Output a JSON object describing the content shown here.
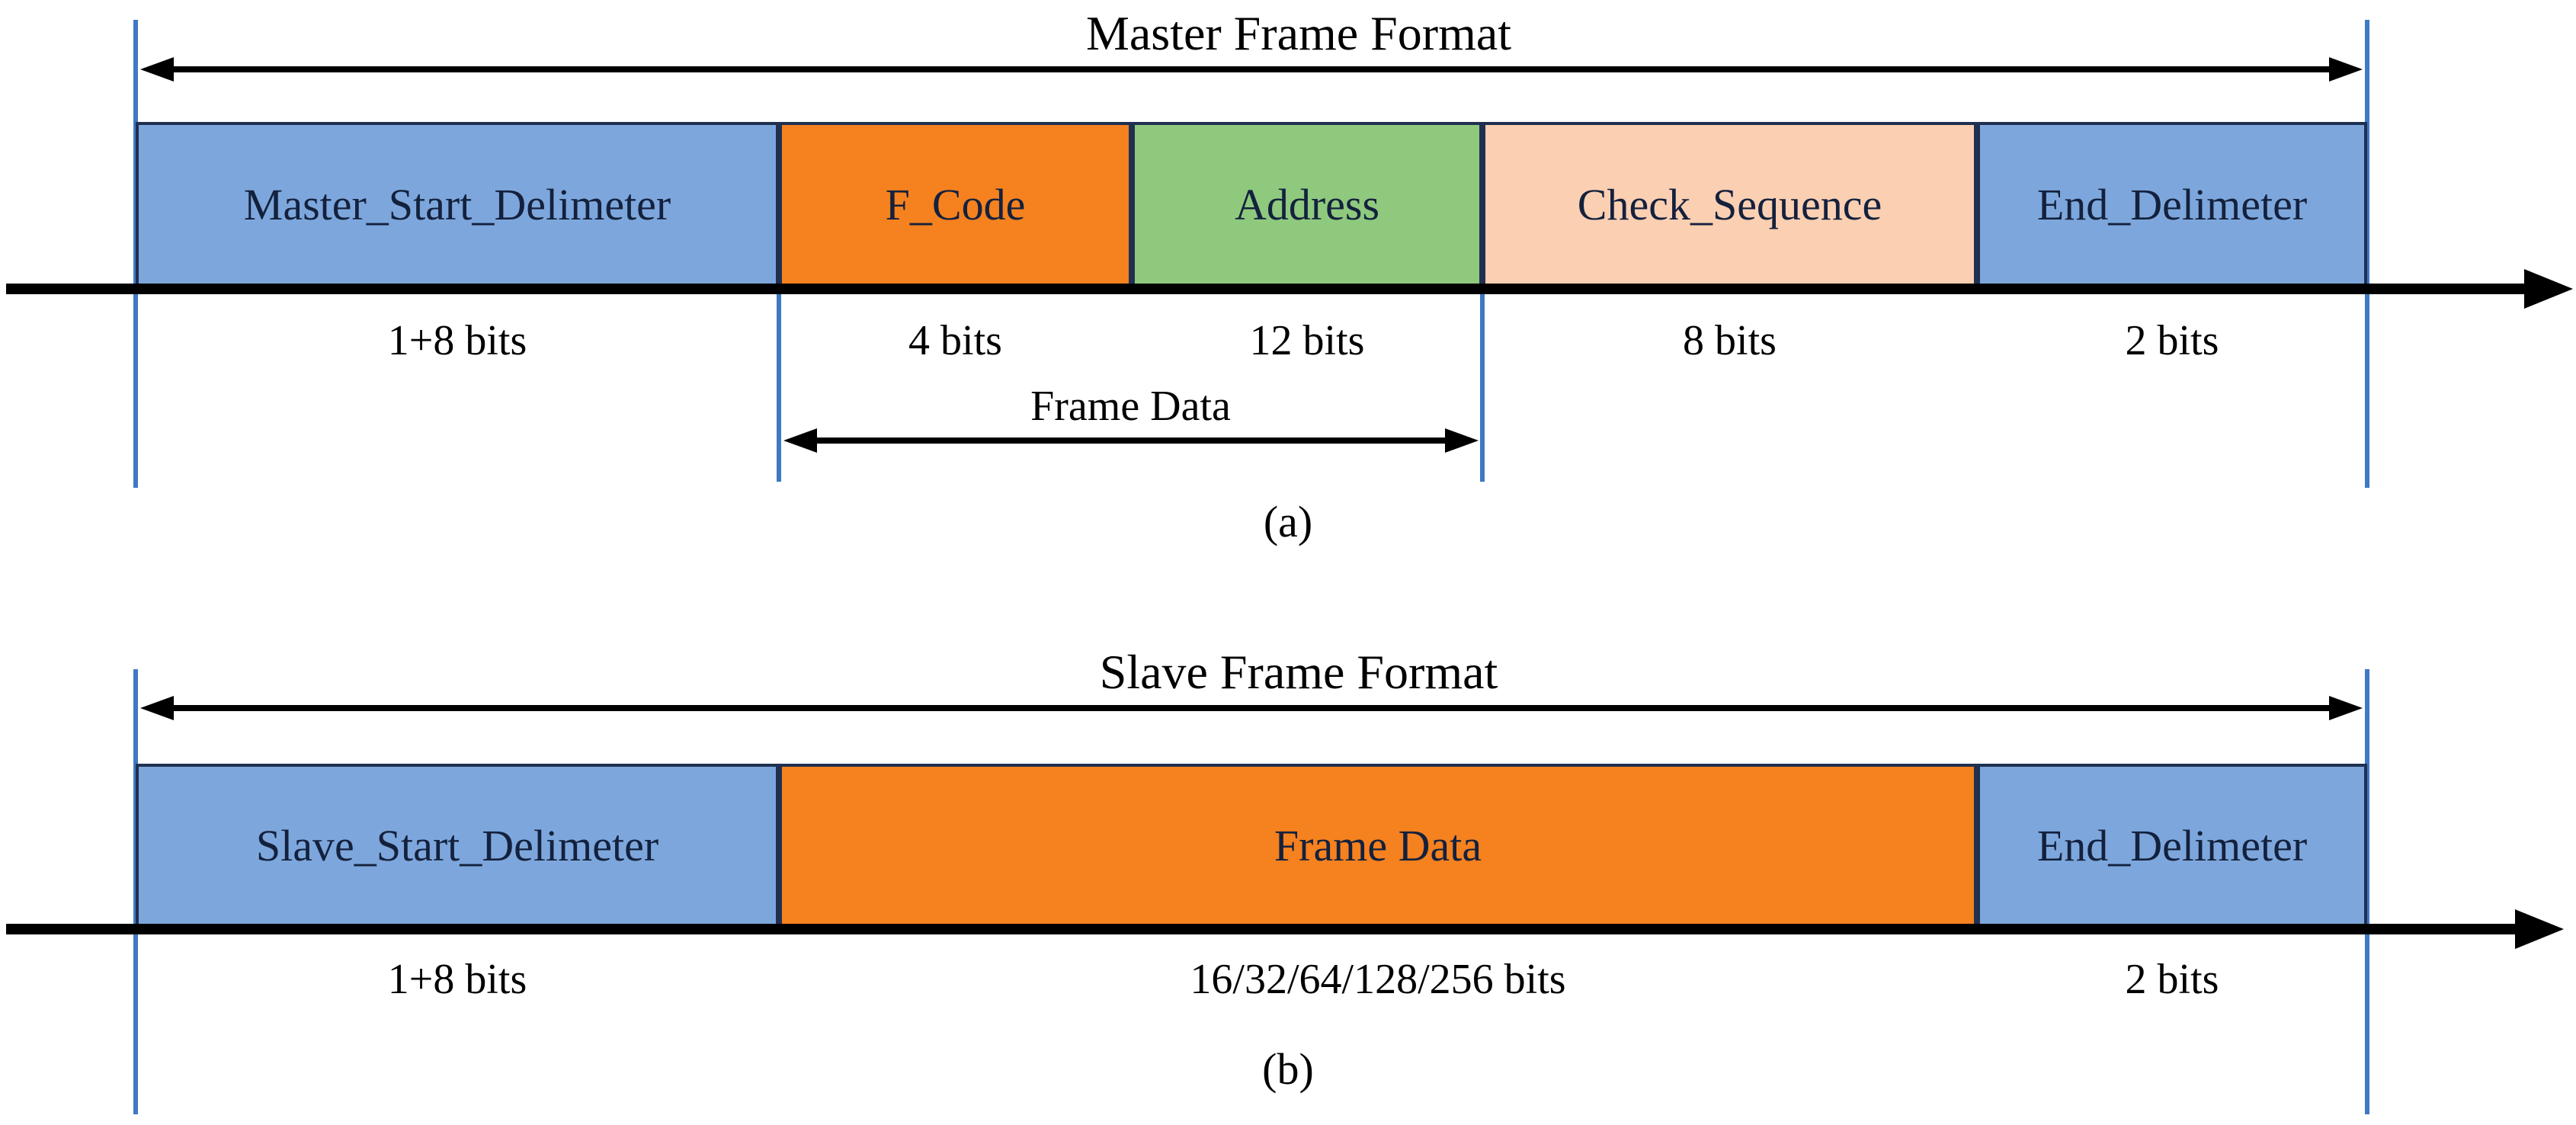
{
  "panels": {
    "a": {
      "title": "Master Frame Format",
      "caption": "(a)",
      "frame_data_span_label": "Frame Data",
      "segments": [
        {
          "label": "Master_Start_Delimeter",
          "bits": "1+8 bits",
          "color": "#7DA7DC"
        },
        {
          "label": "F_Code",
          "bits": "4 bits",
          "color": "#F5811F"
        },
        {
          "label": "Address",
          "bits": "12 bits",
          "color": "#8FC97E"
        },
        {
          "label": "Check_Sequence",
          "bits": "8 bits",
          "color": "#FBCFB2"
        },
        {
          "label": "End_Delimeter",
          "bits": "2 bits",
          "color": "#7DA7DC"
        }
      ]
    },
    "b": {
      "title": "Slave Frame Format",
      "caption": "(b)",
      "segments": [
        {
          "label": "Slave_Start_Delimeter",
          "bits": "1+8 bits",
          "color": "#7DA7DC"
        },
        {
          "label": "Frame Data",
          "bits": "16/32/64/128/256 bits",
          "color": "#F5811F"
        },
        {
          "label": "End_Delimeter",
          "bits": "2 bits",
          "color": "#7DA7DC"
        }
      ]
    }
  },
  "colors": {
    "segment_blue": "#7DA7DC",
    "segment_orange": "#F5811F",
    "segment_green": "#8FC97E",
    "segment_peach": "#FBCFB2",
    "box_border": "#1F3050",
    "guide_line": "#3E79C4",
    "axis": "#000000",
    "box_label_text": "#14213D",
    "outside_text": "#000000"
  }
}
